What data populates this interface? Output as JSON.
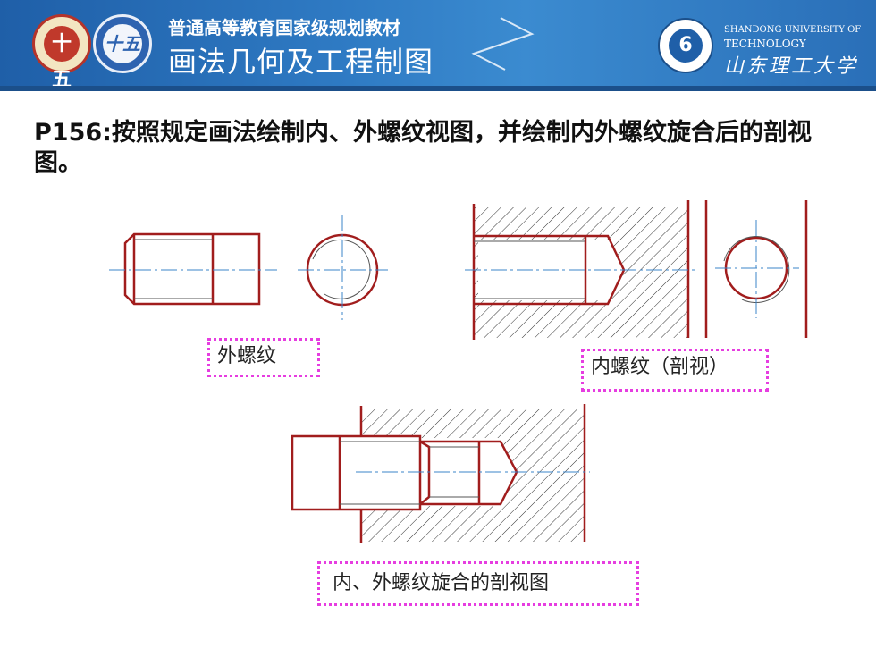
{
  "header": {
    "series_line": "普通高等教育国家级规划教材",
    "book_title": "画法几何及工程制图",
    "university_en_line1": "SHANDONG UNIVERSITY OF",
    "university_en_line2": "TECHNOLOGY",
    "university_cn": "山东理工大学",
    "emblem1_text": "十五",
    "emblem2_text": "十五",
    "logo_text": "6",
    "colors": {
      "banner": "#2f7bc4",
      "banner_dark": "#1b4f8a"
    }
  },
  "slide": {
    "title": "P156:按照规定画法绘制内、外螺纹视图，并绘制内外螺纹旋合后的剖视图。"
  },
  "labels": {
    "external": "外螺纹",
    "internal": "内螺纹（剖视）",
    "assembly": "内、外螺纹旋合的剖视图"
  },
  "colors": {
    "outline": "#a11d1d",
    "centerline": "#3b84c9",
    "label_border": "#e63de0"
  }
}
